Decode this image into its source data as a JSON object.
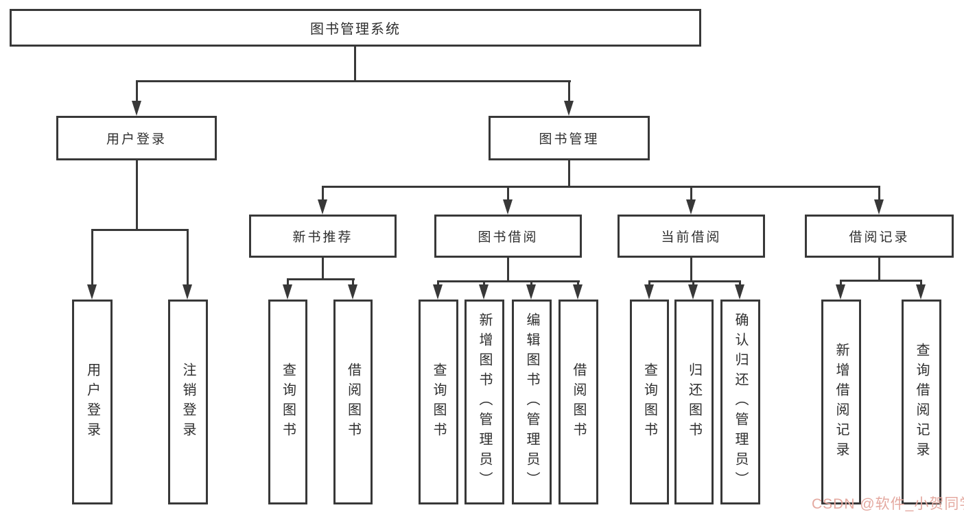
{
  "style": {
    "line_color": "#383838",
    "text_color": "#2f2f2f",
    "watermark_color": "#e4a9a0",
    "background": "#ffffff"
  },
  "tree": {
    "root": "图书管理系统",
    "branches": [
      {
        "label": "用户登录",
        "children": [
          "用户登录",
          "注销登录"
        ]
      },
      {
        "label": "图书管理",
        "groups": [
          {
            "label": "新书推荐",
            "children": [
              "查询图书",
              "借阅图书"
            ]
          },
          {
            "label": "图书借阅",
            "children": [
              "查询图书",
              "新增图书（管理员）",
              "编辑图书（管理员）",
              "借阅图书"
            ]
          },
          {
            "label": "当前借阅",
            "children": [
              "查询图书",
              "归还图书",
              "确认归还（管理员）"
            ]
          },
          {
            "label": "借阅记录",
            "children": [
              "新增借阅记录",
              "查询借阅记录"
            ]
          }
        ]
      }
    ]
  },
  "watermark": "CSDN @软件_小贺同学"
}
